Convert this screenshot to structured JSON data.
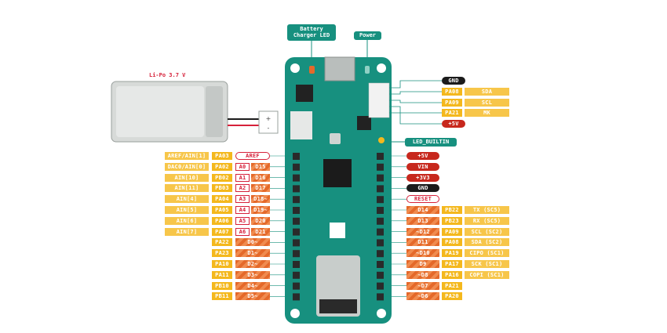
{
  "callouts": {
    "battery_led": "Battery\nCharger LED",
    "power": "Power",
    "led_builtin": "LED_BUILTIN"
  },
  "battery": {
    "label": "Li-Po 3.7 V"
  },
  "colors": {
    "board": "#17907f",
    "gold": "#f4b81d",
    "gold_light": "#f7c64a",
    "orange": "#e4692a",
    "orange_stripe": "#f08b4e",
    "power_red": "#c7281d",
    "ground_black": "#1b1b1b",
    "pink_outline": "#d6213a",
    "battery_body": "#d7dad8"
  },
  "top_right_pins": [
    {
      "name": "gnd",
      "labels": [
        "GND"
      ]
    },
    {
      "name": "sda",
      "labels": [
        "PA08",
        "SDA"
      ]
    },
    {
      "name": "scl",
      "labels": [
        "PA09",
        "SCL"
      ]
    },
    {
      "name": "mk",
      "labels": [
        "PA21",
        "MK"
      ]
    },
    {
      "name": "5v",
      "labels": [
        "+5V"
      ]
    }
  ],
  "left_pins": [
    {
      "labels": [
        "AREF/AIN[1]",
        "PA03",
        "AREF"
      ]
    },
    {
      "labels": [
        "DAC0/AIN[0]",
        "PA02",
        "A0",
        "D15"
      ]
    },
    {
      "labels": [
        "AIN[10]",
        "PB02",
        "A1",
        "D16"
      ]
    },
    {
      "labels": [
        "AIN[11]",
        "PB03",
        "A2",
        "D17"
      ]
    },
    {
      "labels": [
        "AIN[4]",
        "PA04",
        "A3",
        "D18~"
      ]
    },
    {
      "labels": [
        "AIN[5]",
        "PA05",
        "A4",
        "D19~"
      ]
    },
    {
      "labels": [
        "AIN[6]",
        "PA06",
        "A5",
        "D20"
      ]
    },
    {
      "labels": [
        "AIN[7]",
        "PA07",
        "A6",
        "D21"
      ]
    },
    {
      "labels": [
        "PA22",
        "D0~"
      ]
    },
    {
      "labels": [
        "PA23",
        "D1~"
      ]
    },
    {
      "labels": [
        "PA10",
        "D2~"
      ]
    },
    {
      "labels": [
        "PA11",
        "D3~"
      ]
    },
    {
      "labels": [
        "PB10",
        "D4~"
      ]
    },
    {
      "labels": [
        "PB11",
        "D5~"
      ]
    }
  ],
  "right_pins": [
    {
      "labels": [
        "+5V"
      ]
    },
    {
      "labels": [
        "VIN"
      ]
    },
    {
      "labels": [
        "+3V3"
      ]
    },
    {
      "labels": [
        "GND"
      ]
    },
    {
      "labels": [
        "RESET"
      ]
    },
    {
      "labels": [
        "D14",
        "PB22",
        "TX (SC5)"
      ]
    },
    {
      "labels": [
        "D13",
        "PB23",
        "RX (SC5)"
      ]
    },
    {
      "labels": [
        "~D12",
        "PA09",
        "SCL (SC2)"
      ]
    },
    {
      "labels": [
        "D11",
        "PA08",
        "SDA (SC2)"
      ]
    },
    {
      "labels": [
        "~D10",
        "PA19",
        "CIPO (SC1)"
      ]
    },
    {
      "labels": [
        "D9",
        "PA17",
        "SCK (SC1)"
      ]
    },
    {
      "labels": [
        "~D8",
        "PA16",
        "COPI (SC1)"
      ]
    },
    {
      "labels": [
        "~D7",
        "PA21"
      ]
    },
    {
      "labels": [
        "~D6",
        "PA20"
      ]
    }
  ]
}
